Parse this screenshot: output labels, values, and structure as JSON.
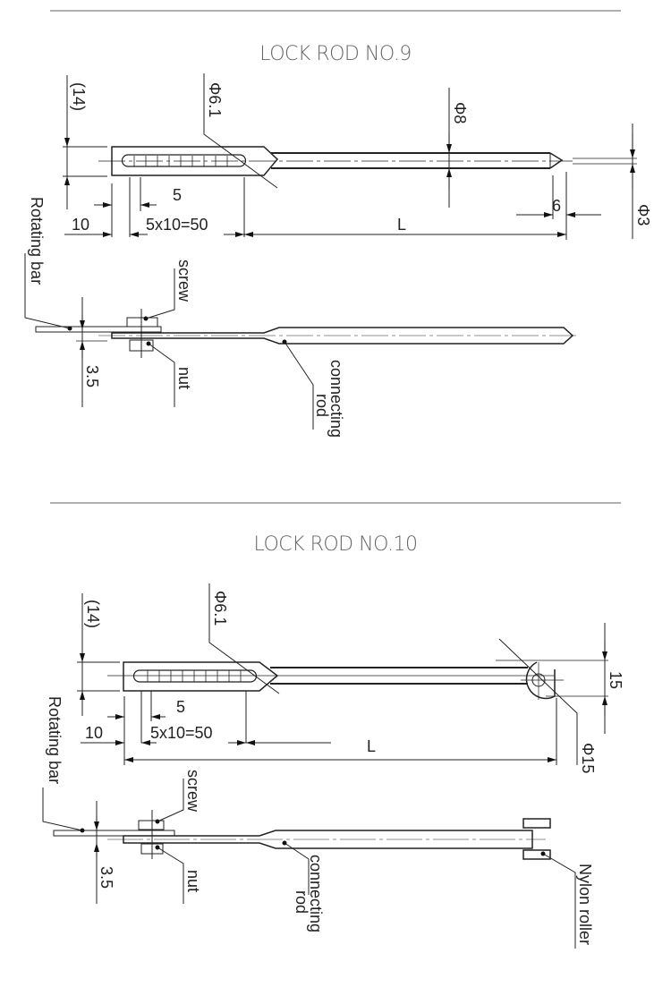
{
  "sections": [
    {
      "title": "LOCK ROD NO.9",
      "dimensions": {
        "height": "(14)",
        "hole_dia": "Φ6.1",
        "rod_dia": "Φ8",
        "tip_dia": "Φ3",
        "tip_len": "6",
        "pitch": "5",
        "start": "10",
        "holes": "5x10=50",
        "length": "L",
        "bar_thickness": "3.5"
      },
      "labels": {
        "rotating_bar": "Rotating bar",
        "screw": "screw",
        "nut": "nut",
        "connecting_rod_1": "connecting",
        "connecting_rod_2": "rod"
      }
    },
    {
      "title": "LOCK ROD NO.10",
      "dimensions": {
        "height": "(14)",
        "hole_dia": "Φ6.1",
        "end_width": "15",
        "end_dia": "Φ15",
        "pitch": "5",
        "start": "10",
        "holes": "5x10=50",
        "length": "L",
        "bar_thickness": "3.5"
      },
      "labels": {
        "rotating_bar": "Rotating bar",
        "screw": "screw",
        "nut": "nut",
        "connecting_rod_1": "connecting",
        "connecting_rod_2": "rod",
        "nylon_roller": "Nylon roller"
      }
    }
  ]
}
